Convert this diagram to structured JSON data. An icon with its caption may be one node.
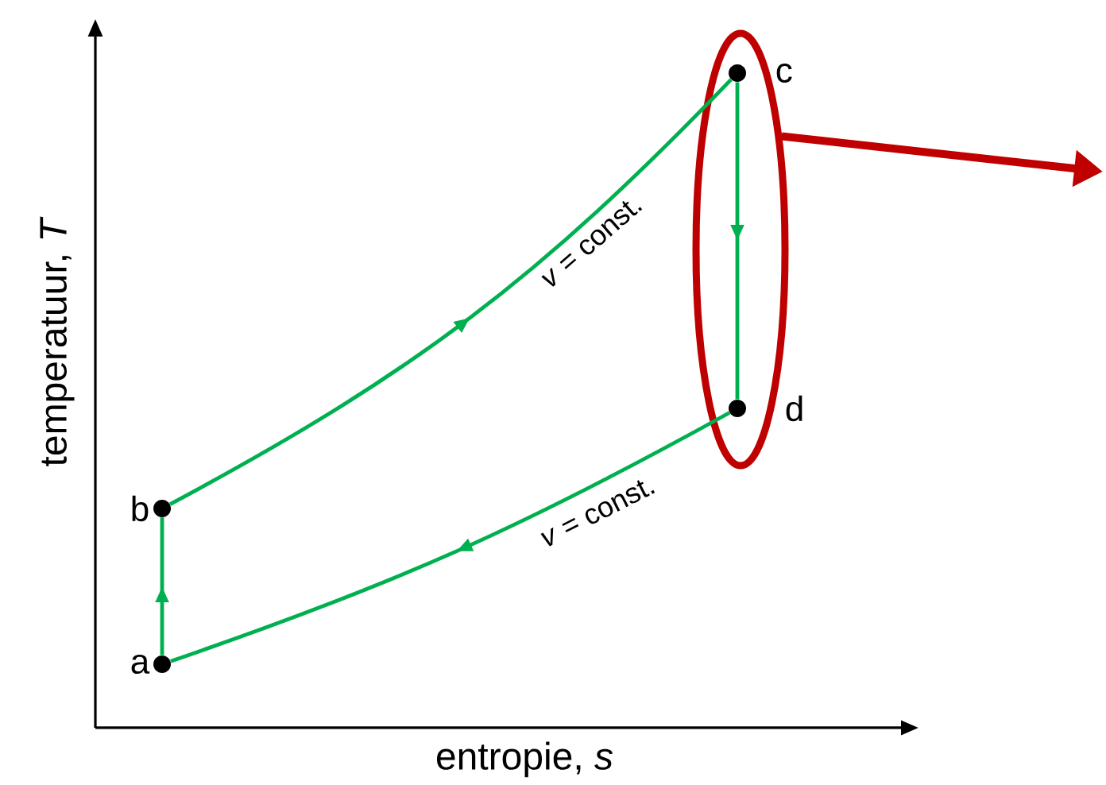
{
  "diagram": {
    "nodes": [
      {
        "text": [
          "a"
        ]
      },
      {
        "text": [
          "b"
        ]
      },
      {
        "text": [
          "c"
        ],
        "in": 4
      },
      {
        "text": [
          "d"
        ],
        "in": 4
      },
      {
        "text": [],
        "shape": "ellipse"
      }
    ],
    "edges": [
      {
        "from": 0,
        "to": 1,
        "arrow": "to"
      },
      {
        "from": 1,
        "to": 2,
        "arrow": "to",
        "label": "*v* = const."
      },
      {
        "from": 2,
        "to": 3,
        "arrow": "to"
      },
      {
        "from": 3,
        "to": 0,
        "arrow": "to",
        "label": "*v* = const."
      },
      {
        "from": 4,
        "to": null,
        "arrow": "to",
        "style": "thick",
        "color": "#c00000"
      }
    ],
    "labels": [
      "temperatuur, *T*",
      "entropie, *s*"
    ]
  }
}
